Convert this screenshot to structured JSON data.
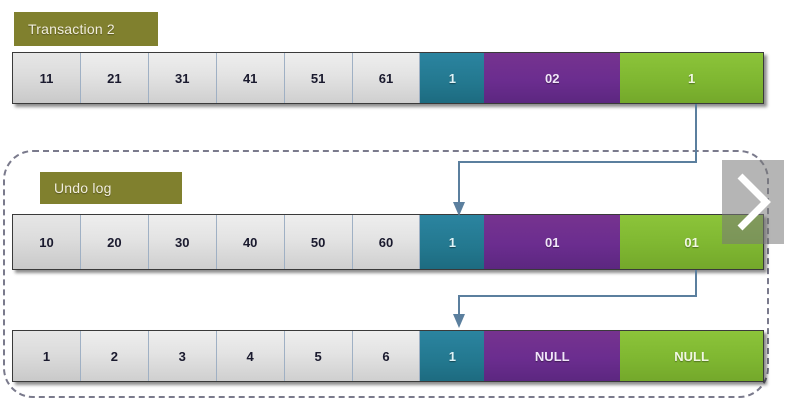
{
  "diagram": {
    "title_chip": "Transaction 2",
    "undo_chip": "Undo log",
    "colors": {
      "olive": "#80802e",
      "teal": "#23788f",
      "purple": "#6b2d8f",
      "green": "#7fb731",
      "gray_cell": "#e3e3e3",
      "connector": "#5b7f9e",
      "group_border": "#7a7a8c",
      "chevron_overlay": "#787878"
    },
    "rows": [
      {
        "name": "transaction-2-row",
        "cells": [
          {
            "value": "11",
            "kind": "gray"
          },
          {
            "value": "21",
            "kind": "gray"
          },
          {
            "value": "31",
            "kind": "gray"
          },
          {
            "value": "41",
            "kind": "gray"
          },
          {
            "value": "51",
            "kind": "gray"
          },
          {
            "value": "61",
            "kind": "gray"
          },
          {
            "value": "1",
            "kind": "teal"
          },
          {
            "value": "02",
            "kind": "purple"
          },
          {
            "value": "1",
            "kind": "green"
          }
        ]
      },
      {
        "name": "undo-log-row-1",
        "cells": [
          {
            "value": "10",
            "kind": "gray"
          },
          {
            "value": "20",
            "kind": "gray"
          },
          {
            "value": "30",
            "kind": "gray"
          },
          {
            "value": "40",
            "kind": "gray"
          },
          {
            "value": "50",
            "kind": "gray"
          },
          {
            "value": "60",
            "kind": "gray"
          },
          {
            "value": "1",
            "kind": "teal"
          },
          {
            "value": "01",
            "kind": "purple"
          },
          {
            "value": "01",
            "kind": "green"
          }
        ]
      },
      {
        "name": "undo-log-row-2",
        "cells": [
          {
            "value": "1",
            "kind": "gray"
          },
          {
            "value": "2",
            "kind": "gray"
          },
          {
            "value": "3",
            "kind": "gray"
          },
          {
            "value": "4",
            "kind": "gray"
          },
          {
            "value": "5",
            "kind": "gray"
          },
          {
            "value": "6",
            "kind": "gray"
          },
          {
            "value": "1",
            "kind": "teal"
          },
          {
            "value": "NULL",
            "kind": "purple"
          },
          {
            "value": "NULL",
            "kind": "green"
          }
        ]
      }
    ],
    "connectors": [
      {
        "name": "connector-transaction-to-undo-1"
      },
      {
        "name": "connector-undo-1-to-undo-2"
      }
    ],
    "chevron": {
      "name": "next-chevron-icon",
      "glyph": ">"
    }
  }
}
